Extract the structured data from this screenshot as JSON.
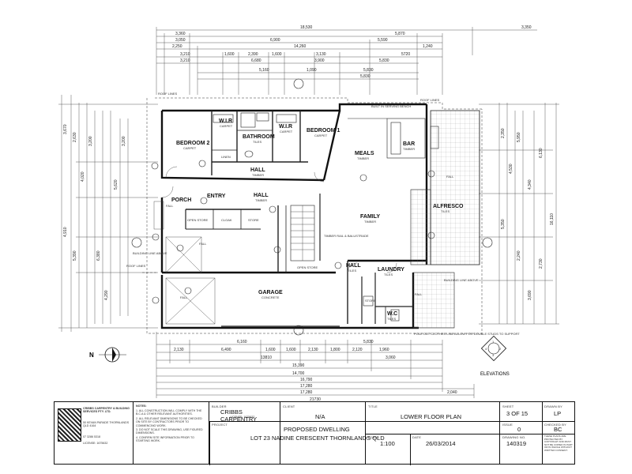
{
  "rooms": {
    "bedroom2": "BEDROOM 2",
    "bedroom2_sub": "CARPET",
    "wir1": "W.I.R",
    "wir1_sub": "CARPET",
    "bathroom": "BATHROOM",
    "bathroom_sub": "TILES",
    "wir2": "W.I.R",
    "wir2_sub": "CARPET",
    "bedroom1": "BEDROOM 1",
    "bedroom1_sub": "CARPET",
    "hall_upper": "HALL",
    "hall_upper_sub": "TIMBER",
    "meals": "MEALS",
    "meals_sub": "TIMBER",
    "bar": "BAR",
    "bar_sub": "TIMBER",
    "entry": "ENTRY",
    "hall_mid": "HALL",
    "hall_mid_sub": "TIMBER",
    "porch": "PORCH",
    "family": "FAMILY",
    "family_sub": "TIMBER",
    "alfresco": "ALFRESCO",
    "alfresco_sub": "TILES",
    "garage": "GARAGE",
    "garage_sub": "CONCRETE",
    "hall_lower": "HALL",
    "hall_lower_sub": "TILES",
    "laundry": "LAUNDRY",
    "laundry_sub": "TILES",
    "wc": "W.C",
    "wc_sub": "TILES",
    "linen": "LINEN",
    "open_store": "OPEN STORE",
    "cloak": "CLOAK",
    "store": "STORE",
    "store2": "STORE"
  },
  "notes_on_plan": {
    "roof_lines_1": "ROOF LINES",
    "roof_lines_2": "ROOF LINES",
    "roof_lines_3": "ROOF LINES",
    "built_in_bench": "BUILT IN SERVING BENCH",
    "fall_1": "FALL",
    "fall_2": "FALL",
    "fall_3": "FALL",
    "fall_4": "FALL",
    "fall_5": "FALL",
    "timber_rail": "TIMBER RAIL & BALUSTRADE",
    "building_line": "BUILDING LINE ABOVE",
    "building_line_2": "BUILDING LINE ABOVE",
    "pole_note": "POLE OUT CLOTHES LINE ALLOW FOR DOUBLE STUDS TO SUPPORT",
    "elevations": "ELEVATIONS",
    "north": "N"
  },
  "dims_top": {
    "overall": "18,530",
    "right_a": "3,350",
    "row1": [
      "3,360",
      "5,870"
    ],
    "row2": [
      "3,050",
      "6,900",
      "5,590"
    ],
    "row3": [
      "2,250",
      "14,260",
      "1,240"
    ],
    "row4": [
      "3,210",
      "1,600",
      "2,390",
      "1,600",
      "3,130",
      "5720"
    ],
    "row5": [
      "3,210",
      "6,680",
      "3,900",
      "5,830"
    ],
    "row6": [
      "5,160",
      "1,090",
      "5,830"
    ],
    "row7": [
      "5,830"
    ]
  },
  "dims_bottom": {
    "row1": [
      "6,160",
      "5,830"
    ],
    "row2": [
      "2,130",
      "6,490",
      "1,600",
      "1,600",
      "2,130",
      "1,800",
      "2,120",
      "1,960"
    ],
    "row3": [
      "13810",
      "3,060"
    ],
    "row4": [
      "15,390",
      "14,700"
    ],
    "row5": [
      "16,790"
    ],
    "row6": [
      "17,280"
    ],
    "row7": [
      "17,280",
      "2,040"
    ],
    "overall": "21730"
  },
  "dims_side": {
    "left": [
      "3,670",
      "4,910",
      "2,630",
      "5,390",
      "4,020",
      "3,200",
      "6,380",
      "4,290",
      "5,620",
      "3,200"
    ],
    "right": [
      "2,350",
      "5,350",
      "4,530",
      "5,950",
      "2,240",
      "16,110",
      "4,340",
      "6,130",
      "3,690",
      "2,730"
    ]
  },
  "title_block": {
    "company": "CRIBBS CARPENTRY & BUILDING SERVICES PTY. LTD.",
    "address": "50 KEVAN PARADE THORNLANDS QLD 4164",
    "phone": "07 3286 5318",
    "license": "LICENSE: 1675632",
    "notes_label": "NOTES:",
    "notes": [
      "1. ALL CONSTRUCTION WILL COMPLY WITH THE B.C.A & OTHER RELEVANT AUTHORITIES.",
      "2. ALL RELEVANT DIMENSIONS TO BE CHECKED ON SITE BY CONTRACTORS PRIOR TO COMMENCING WORK.",
      "3. DO NOT SCALE THIS DRAWING, USE FIGURED DIMENSIONS.",
      "4. CONFIRM SITE INFORMATION PRIOR TO STARTING WORK."
    ],
    "builder_label": "BUILDER",
    "builder": "CRIBBS CARPENTRY",
    "builder_license": "LICENSE: 1675632",
    "client_label": "CLIENT",
    "client": "N/A",
    "project_label": "PROJECT",
    "project_line1": "PROPOSED DWELLING",
    "project_line2": "LOT 23 NADINE CRESCENT THORNLANDS QLD",
    "title_label": "TITLE",
    "title": "LOWER FLOOR PLAN",
    "scale_label": "SCALE",
    "scale": "1:100",
    "date_label": "DATE",
    "date": "26/03/2014",
    "sheet_label": "SHEET",
    "sheet": "3 OF 15",
    "issue_label": "ISSUE",
    "issue": "0",
    "drawing_label": "DRAWING NO.",
    "drawing_no": "140319",
    "drawn_label": "DRAWN BY",
    "drawn_by": "LP",
    "checked_label": "CHECKED BY",
    "checked_by": "BC",
    "copyright": "THESE PLANS ARE PROTECTED BY COPYRIGHT AND MUST NOT BE COPIED IN PART OR IN WHOLE WITHOUT WRITTEN CONSENT."
  }
}
